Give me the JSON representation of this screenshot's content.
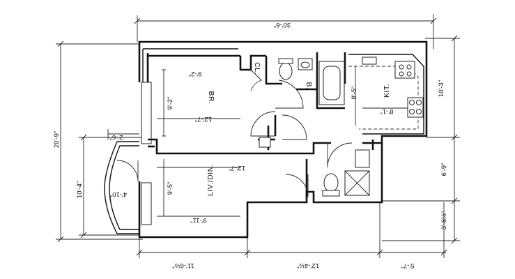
{
  "rooms": {
    "bedroom": "BR.",
    "living_dining": "LIV./DIN.",
    "kitchen": "KIT.",
    "bath": "B.",
    "closet": "CL."
  },
  "dimensions": {
    "overall_width": "30'-6\"",
    "overall_depth": "20'-9\"",
    "bedroom_width": "9'-2\"",
    "bedroom_depth": "12'-7\"",
    "bedroom_height": "9'-2\"",
    "living_width": "12'-7\"",
    "living_depth": "9'-5\"",
    "living_lower": "9'-11\"",
    "bay_width": "2'-6\"",
    "bay_depth": "4'-10\"",
    "bay_overall": "10'-4\"",
    "kitchen_depth": "8'-5\"",
    "kitchen_width": "8'-1\"",
    "right_upper": "10'-3\"",
    "right_middle": "6'-9\"",
    "right_lower": "3'-6½\"",
    "bottom_left": "11'-6½\"",
    "bottom_middle": "12'-4½\"",
    "bottom_right": "5'-7\""
  }
}
